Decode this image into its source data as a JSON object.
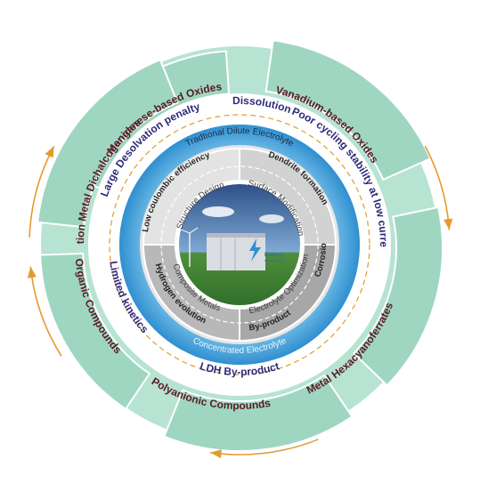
{
  "outer_ring": {
    "segments": [
      {
        "label": "Manganese-based Oxides"
      },
      {
        "label": "Vanadium-based Oxides"
      },
      {
        "label": "Metal Hexacyanoferrates"
      },
      {
        "label": "Polyanionic Compounds"
      },
      {
        "label": "Organic Compounds"
      },
      {
        "label": "Transition Metal Dichalcogenides"
      }
    ]
  },
  "challenge_ring": {
    "items": [
      {
        "label": "Large Desolvation penalty"
      },
      {
        "label": "Dissolution"
      },
      {
        "label": "Poor cycling stability at low current density"
      },
      {
        "label": "LDH By-product"
      },
      {
        "label": "Limited kinetics"
      }
    ]
  },
  "electrolyte_ring": {
    "top_label": "Tradtional Dilute Electrolyte",
    "bottom_label": "Concentrated Electrolyte"
  },
  "inner_ring": {
    "quadrants": [
      {
        "label": "Structure Design"
      },
      {
        "label": "Surface Modification"
      },
      {
        "label": "Electrolyte Optimization"
      },
      {
        "label": "Composite Metals"
      }
    ],
    "issues": [
      {
        "label": "Low coulombic efficiency"
      },
      {
        "label": "Dendrite formation"
      },
      {
        "label": "Corrosion"
      },
      {
        "label": "By-product"
      },
      {
        "label": "Hydrogen evolution"
      }
    ]
  },
  "center": {
    "battery_label": "Battery",
    "battery_sublabel": "energy storage"
  },
  "colors": {
    "outer_segment": "#9fd6c1",
    "outer_text": "#5a1a22",
    "challenge_text": "#2e2a7a",
    "electrolyte_blue": "#3a9fd6",
    "inner_text": "#3c3c3c",
    "arrow": "#e39a2e"
  }
}
